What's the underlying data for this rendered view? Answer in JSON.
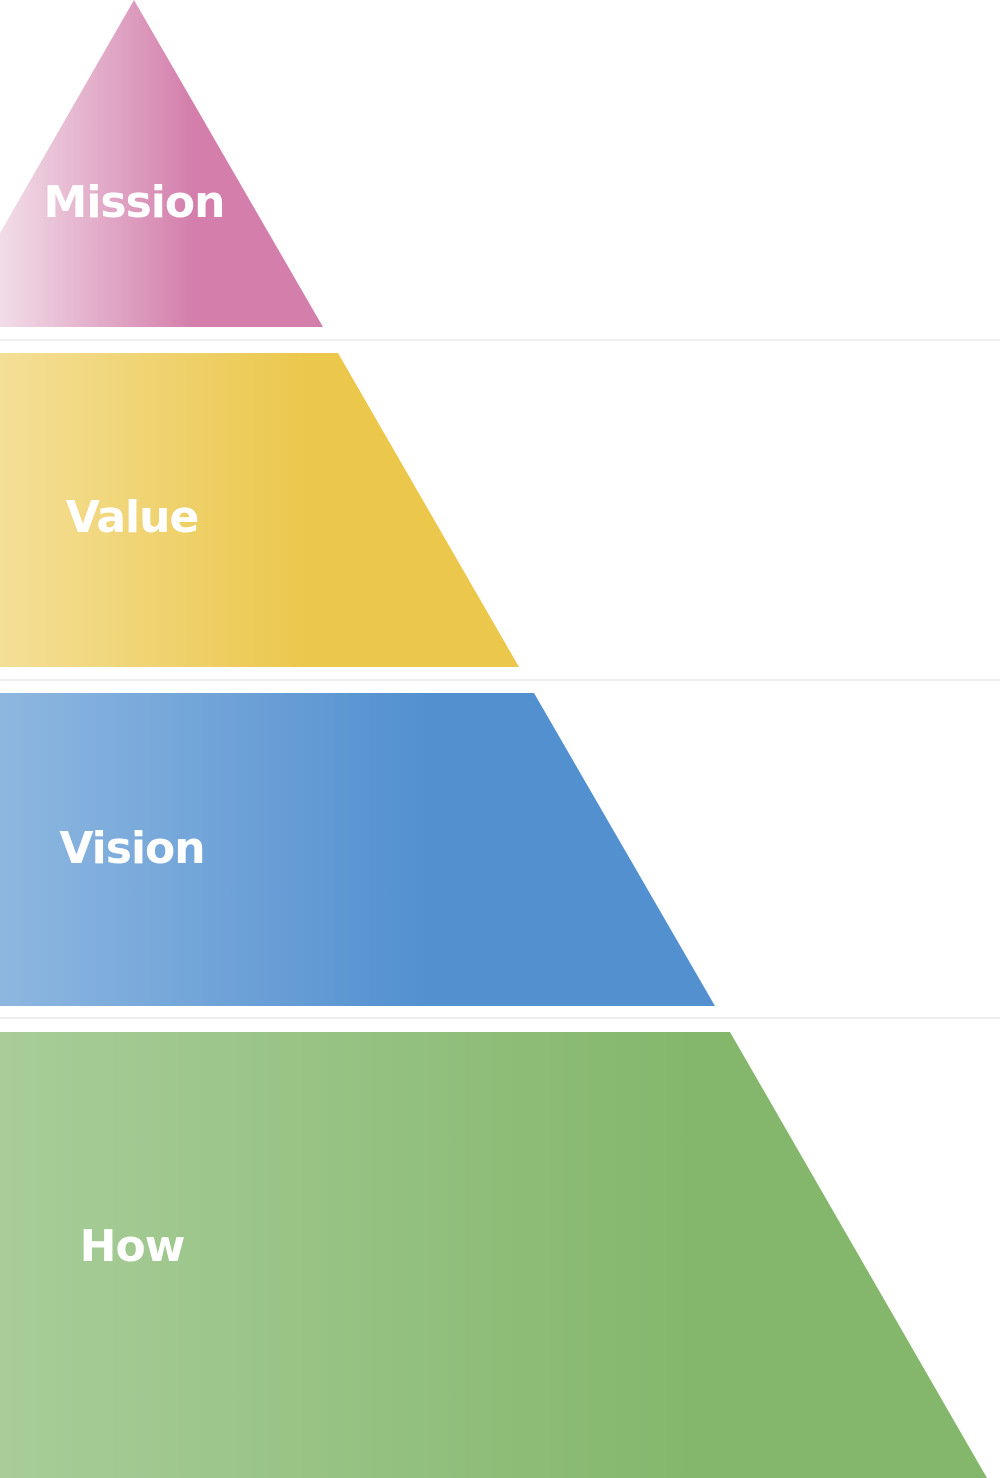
{
  "tiers": [
    {
      "label": "Mission",
      "color_light": "#f2dde8",
      "color_dark": "#d37eab"
    },
    {
      "label": "Value",
      "color_light": "#f4df97",
      "color_dark": "#ebc74b"
    },
    {
      "label": "Vision",
      "color_light": "#8eb7e0",
      "color_dark": "#5290d0"
    },
    {
      "label": "How",
      "color_light": "#a8cd99",
      "color_dark": "#84b76c"
    }
  ]
}
